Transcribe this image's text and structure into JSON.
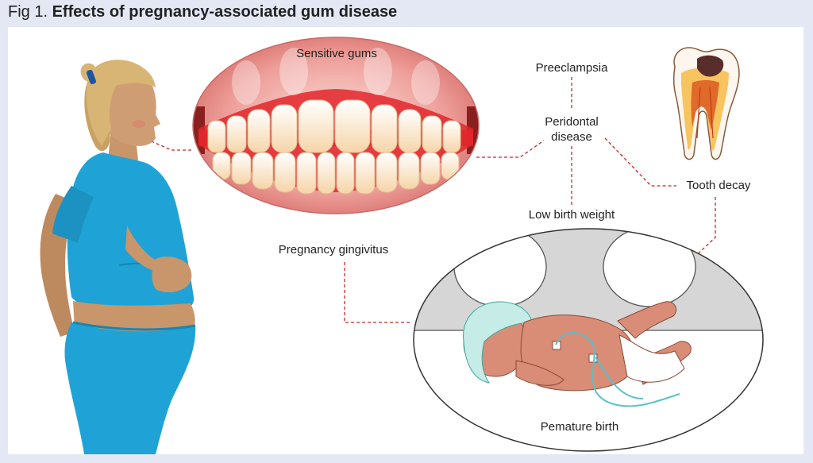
{
  "figure": {
    "prefix": "Fig 1.",
    "title": "Effects of pregnancy-associated gum disease"
  },
  "labels": {
    "sensitive_gums": "Sensitive gums",
    "preeclampsia": "Preeclampsia",
    "periodontal_line1": "Peridontal",
    "periodontal_line2": "disease",
    "tooth_decay": "Tooth decay",
    "low_birth_weight": "Low birth weight",
    "pregnancy_gingivitis": "Pregnancy gingivitus",
    "premature_birth": "Pemature birth"
  },
  "colors": {
    "page_bg": "#e3e8f4",
    "connector": "#c62828",
    "scrubs": "#1fa3d6",
    "skin": "#c9956a",
    "gum": "#e07c7c",
    "gum_inflamed": "#e2262b",
    "tooth": "#fff6e6",
    "tooth_shade": "#f5d3a6",
    "incubator": "#d6d6d6",
    "baby_skin": "#d98c76"
  },
  "icons": {
    "mother": "pregnant-woman-illustration",
    "teeth": "inflamed-gums-teeth-illustration",
    "tooth": "decayed-tooth-illustration",
    "incubator": "premature-baby-incubator-illustration"
  }
}
